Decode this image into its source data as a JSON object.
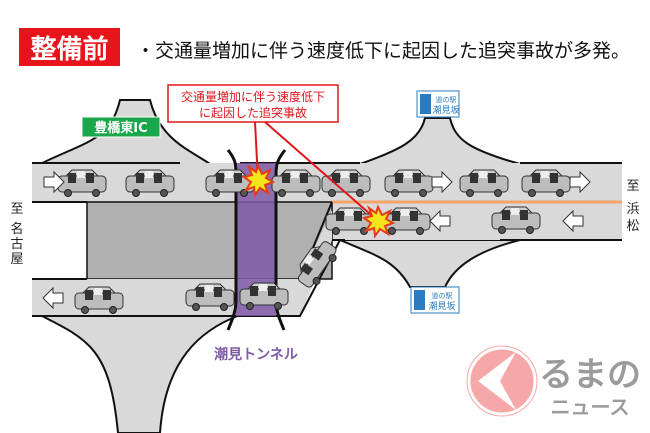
{
  "header": {
    "badge": "整備前",
    "headline": "・交通量増加に伴う速度低下に起因した追突事故が多発。"
  },
  "diagram": {
    "callout_line1": "交通量増加に伴う速度低下",
    "callout_line2": "に起因した追突事故",
    "ic_sign": "豊橋東IC",
    "rest_area_sign_top": {
      "line1": "道の駅",
      "line2": "潮見坂"
    },
    "rest_area_sign_bottom": {
      "line1": "道の駅",
      "line2": "潮見坂"
    },
    "tunnel_label": "潮見トンネル",
    "left_destination": [
      "至",
      "名",
      "古",
      "屋"
    ],
    "right_destination": [
      "至",
      "浜",
      "松"
    ],
    "colors": {
      "accident_line": "#e0161c",
      "tunnel": "#7e5aa6",
      "center_line": "#f4a46a",
      "ic_sign": "#1aa64a",
      "rest_sign": "#2b7bc0"
    }
  },
  "watermark": {
    "line1": "るまの",
    "line2": "ニュース"
  }
}
